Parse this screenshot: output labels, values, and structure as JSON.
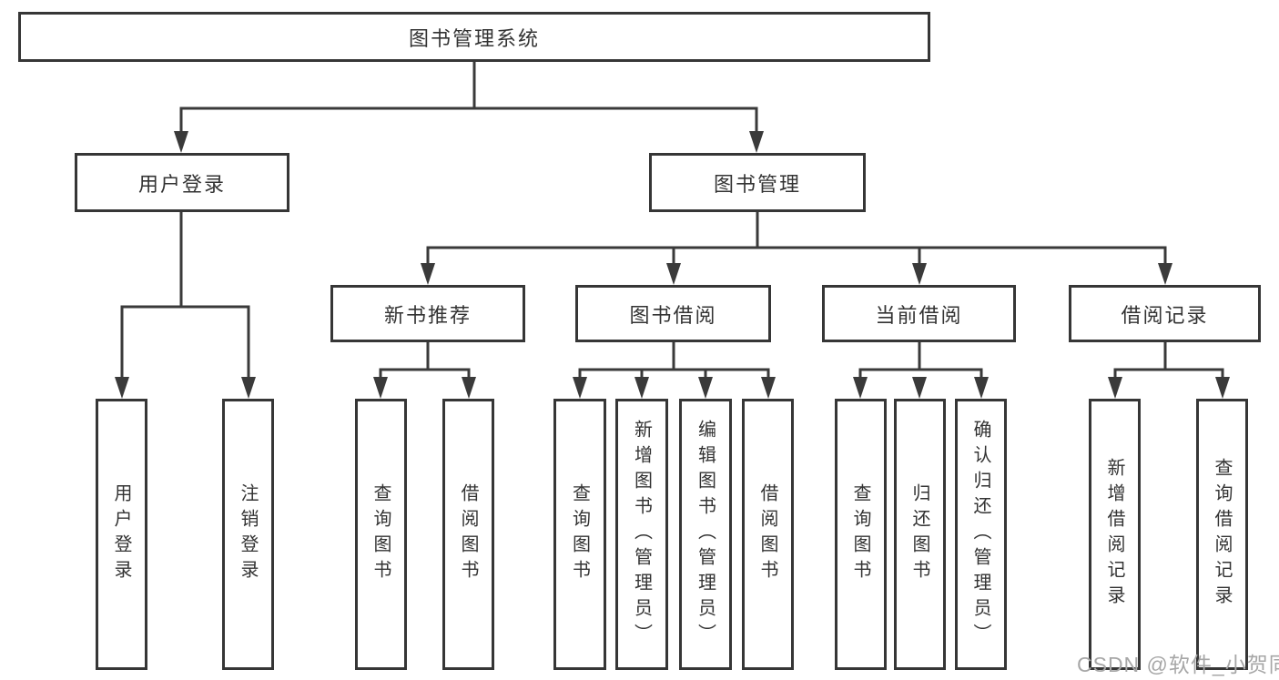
{
  "tree": {
    "root": "图书管理系统",
    "level2": {
      "user_login": "用户登录",
      "book_management": "图书管理"
    },
    "level3": {
      "new_book_recommend": "新书推荐",
      "book_borrowing": "图书借阅",
      "current_borrowing": "当前借阅",
      "borrowing_records": "借阅记录"
    },
    "leaves": {
      "user_login": "用户登录",
      "logout": "注销登录",
      "query_books_1": "查询图书",
      "borrow_books_1": "借阅图书",
      "query_books_2": "查询图书",
      "add_books_admin": "新增图书（管理员）",
      "edit_books_admin": "编辑图书（管理员）",
      "borrow_books_2": "借阅图书",
      "query_books_3": "查询图书",
      "return_books": "归还图书",
      "confirm_return_admin": "确认归还（管理员）",
      "add_borrow_record": "新增借阅记录",
      "query_borrow_record": "查询借阅记录"
    }
  },
  "watermark": "CSDN @软件_小贺同学",
  "colors": {
    "line": "#3a3a3a",
    "box_border": "#363636",
    "text": "#333333",
    "watermark": "#a7a7a7",
    "background": "#ffffff"
  }
}
